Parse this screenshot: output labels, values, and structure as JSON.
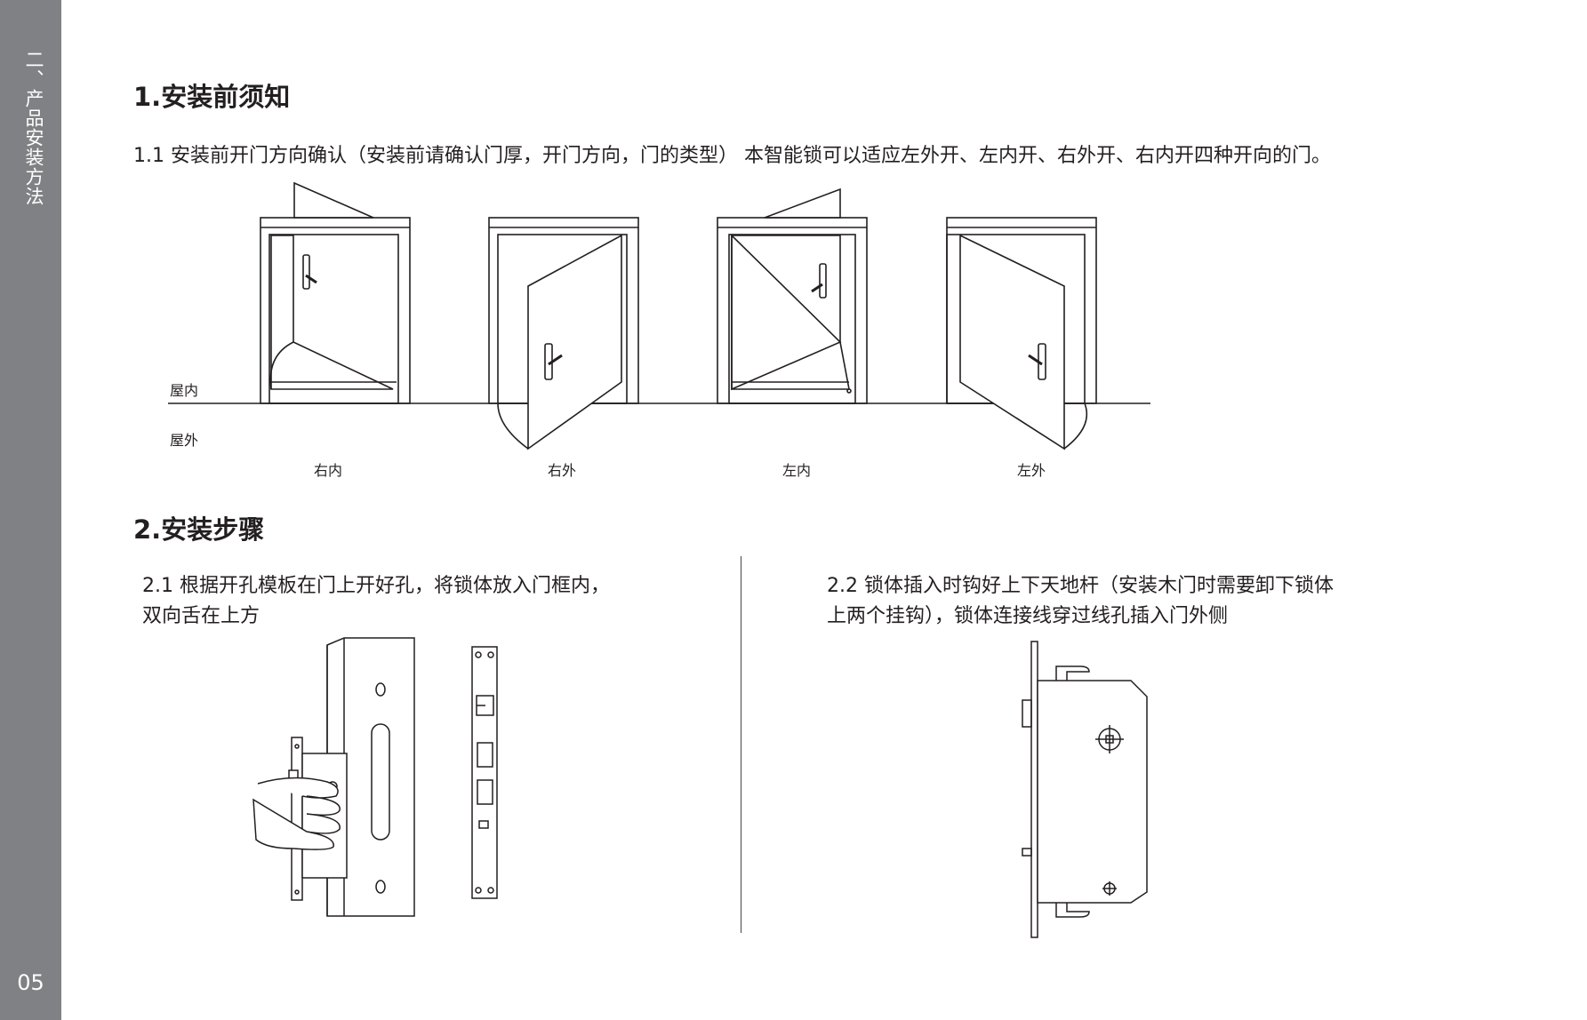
{
  "sidebar": {
    "section_label": "二、产品安装方法",
    "page_number": "05"
  },
  "section1": {
    "heading": "1.安装前须知",
    "paragraph": "1.1 安装前开门方向确认（安装前请确认门厚，开门方向，门的类型） 本智能锁可以适应左外开、左内开、右外开、右内开四种开向的门。",
    "indoor_label": "屋内",
    "outdoor_label": "屋外",
    "door_labels": [
      "右内",
      "右外",
      "左内",
      "左外"
    ]
  },
  "section2": {
    "heading": "2.安装步骤",
    "step1_line1": "2.1 根据开孔模板在门上开好孔，将锁体放入门框内，",
    "step1_line2": "双向舌在上方",
    "step2_line1": "2.2 锁体插入时钩好上下天地杆（安装木门时需要卸下锁体",
    "step2_line2": "上两个挂钩），锁体连接线穿过线孔插入门外侧"
  },
  "colors": {
    "sidebar": "#808184",
    "ink": "#231f20",
    "sidebar_text": "#ffffff"
  }
}
